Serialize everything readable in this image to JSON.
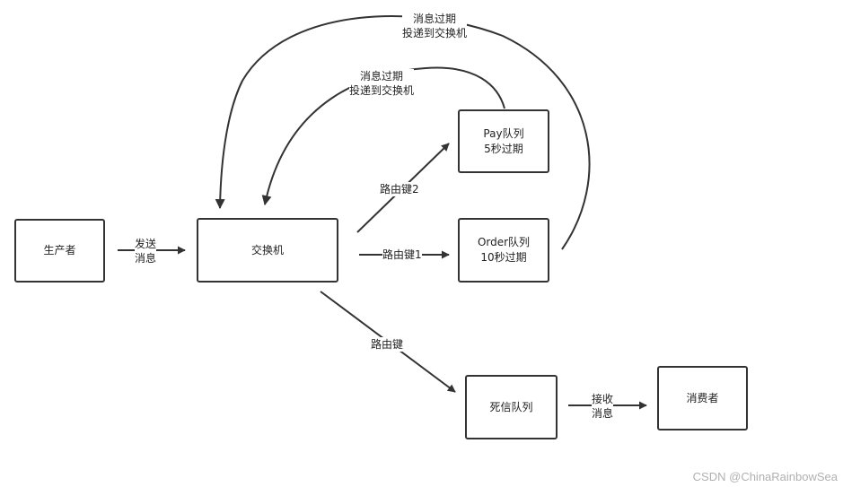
{
  "nodes": {
    "producer": "生产者",
    "exchange": "交换机",
    "pay_queue": {
      "line1": "Pay队列",
      "line2": "5秒过期"
    },
    "order_queue": {
      "line1": "Order队列",
      "line2": "10秒过期"
    },
    "dead_letter_queue": "死信队列",
    "consumer": "消费者"
  },
  "edges": {
    "send": {
      "line1": "发送",
      "line2": "消息"
    },
    "routing_key_2": "路由键2",
    "routing_key_1": "路由键1",
    "routing_key": "路由键",
    "receive": {
      "line1": "接收",
      "line2": "消息"
    },
    "expire_inner": {
      "line1": "消息过期",
      "line2": "投递到交换机"
    },
    "expire_outer": {
      "line1": "消息过期",
      "line2": "投递到交换机"
    }
  },
  "watermark": "CSDN @ChinaRainbowSea",
  "colors": {
    "stroke": "#333333",
    "text": "#222222",
    "watermark": "#b0b0b0"
  }
}
